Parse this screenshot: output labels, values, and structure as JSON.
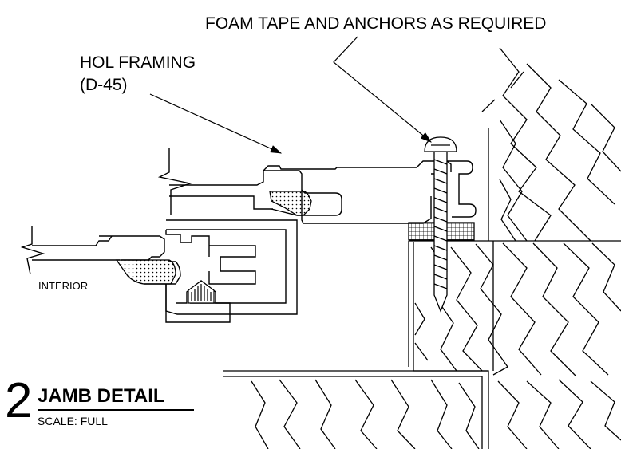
{
  "callouts": {
    "foam_tape": "FOAM TAPE AND ANCHORS AS REQUIRED",
    "hol_framing_line1": "HOL FRAMING",
    "hol_framing_line2": "(D-45)",
    "interior": "INTERIOR"
  },
  "title_block": {
    "detail_number": "2",
    "detail_title": "JAMB DETAIL",
    "scale": "SCALE: FULL"
  },
  "colors": {
    "line": "#000000",
    "background": "#ffffff"
  }
}
